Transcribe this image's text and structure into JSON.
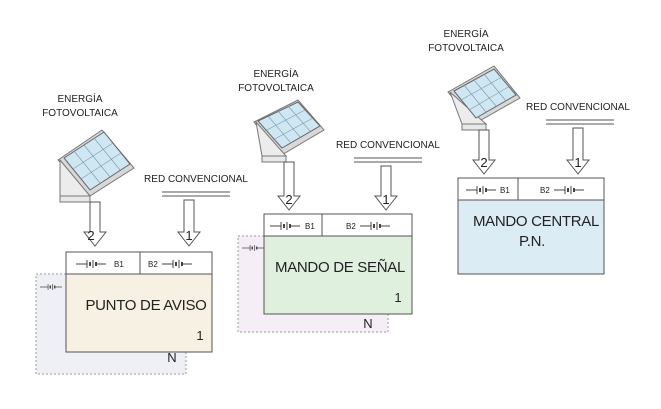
{
  "colors": {
    "punto_box": "#f6f1e3",
    "punto_back": "#eef0f6",
    "mando_senal_box": "#dff0df",
    "mando_senal_back": "#f6eef6",
    "mando_central_box": "#dcecf5",
    "panel_fill": "#cfe7f3",
    "panel_frame": "#8a8a8a",
    "line": "#555555"
  },
  "icons": [
    "solar-panel-icon",
    "battery-icon",
    "down-arrow-icon",
    "power-line-icon"
  ],
  "groups": {
    "punto_aviso": {
      "energy_line1": "ENERGÍA",
      "energy_line2": "FOTOVOLTAICA",
      "red_label": "RED CONVENCIONAL",
      "arrow_panel_num": "2",
      "arrow_red_num": "1",
      "b1": "B1",
      "b2": "B2",
      "title": "PUNTO DE AVISO",
      "count": "1",
      "stack_label": "N"
    },
    "mando_senal": {
      "energy_line1": "ENERGÍA",
      "energy_line2": "FOTOVOLTAICA",
      "red_label": "RED CONVENCIONAL",
      "arrow_panel_num": "2",
      "arrow_red_num": "1",
      "b1": "B1",
      "b2": "B2",
      "title": "MANDO DE SEÑAL",
      "count": "1",
      "stack_label": "N"
    },
    "mando_central": {
      "energy_line1": "ENERGÍA",
      "energy_line2": "FOTOVOLTAICA",
      "red_label": "RED CONVENCIONAL",
      "arrow_panel_num": "2",
      "arrow_red_num": "1",
      "b1": "B1",
      "b2": "B2",
      "title_line1": "MANDO CENTRAL",
      "title_line2": "P.N."
    }
  }
}
